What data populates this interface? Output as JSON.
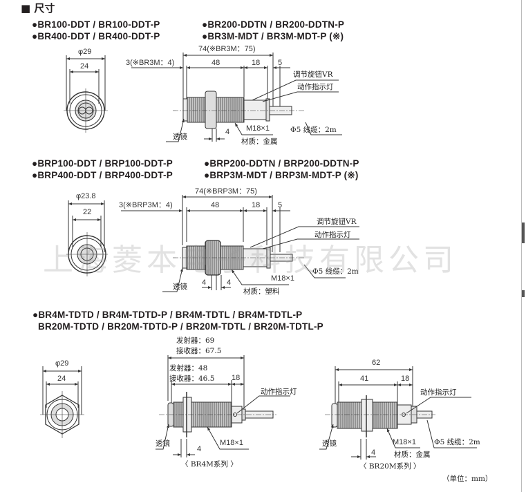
{
  "title": {
    "marker": "■",
    "text": "尺寸"
  },
  "watermark": "上海菱本电子科技有限公司",
  "section1": {
    "models": [
      "●BR100-DDT / BR100-DDT-P",
      "●BR200-DDTN / BR200-DDTN-P",
      "●BR400-DDT / BR400-DDT-P",
      "●BR3M-MDT / BR3M-MDT-P (※)"
    ],
    "dims": {
      "outer_dia": "φ29",
      "inner": "24",
      "total": "74(※BR3M：75)",
      "offset": "3(※BR3M：4)",
      "d48": "48",
      "d18": "18",
      "d5": "5",
      "nut": "4"
    },
    "labels": {
      "vr": "调节旋钮VR",
      "indicator": "动作指示灯",
      "thread": "M18×1",
      "cable": "Φ5 线缆：2m",
      "lens": "透镜",
      "material": "材质：金属"
    }
  },
  "section2": {
    "models": [
      "●BRP100-DDT / BRP100-DDT-P",
      "●BRP200-DDTN / BRP200-DDTN-P",
      "●BRP400-DDT / BRP400-DDT-P",
      "●BRP3M-MDT / BRP3M-MDT-P (※)"
    ],
    "dims": {
      "outer_dia": "φ23.8",
      "inner": "22",
      "total": "74(※BRP3M：75)",
      "offset": "3(※BRP3M：4)",
      "d48": "48",
      "d18": "18",
      "d5": "5",
      "nut_a": "4",
      "nut_b": "4"
    },
    "labels": {
      "vr": "调节旋钮VR",
      "indicator": "动作指示灯",
      "thread": "M18×1",
      "cable": "Φ5 线缆：2m",
      "lens": "透镜",
      "material": "材质：塑料"
    }
  },
  "section3": {
    "models": [
      "●BR4M-TDTD / BR4M-TDTD-P / BR4M-TDTL / BR4M-TDTL-P",
      "BR20M-TDTD / BR20M-TDTD-P / BR20M-TDTL / BR20M-TDTL-P"
    ],
    "end_view": {
      "outer_dia": "φ29",
      "inner": "24"
    },
    "br4m": {
      "total_emitter": "发射器：69",
      "total_receiver": "接收器：67.5",
      "body_emitter": "发射器：48",
      "body_receiver": "接收器：46.5",
      "d18": "18",
      "indicator": "动作指示灯",
      "lens": "透镜",
      "thread": "M18×1",
      "nut": "4",
      "caption": "〈 BR4M系列 〉"
    },
    "br20m": {
      "total": "62",
      "d41": "41",
      "d18": "18",
      "indicator": "动作指示灯",
      "lens": "透镜",
      "thread": "M18×1",
      "cable": "Φ5 线缆：2m",
      "nut": "4",
      "material": "材质：金属",
      "caption": "〈 BR20M系列 〉"
    }
  },
  "unit": "（单位：mm）"
}
